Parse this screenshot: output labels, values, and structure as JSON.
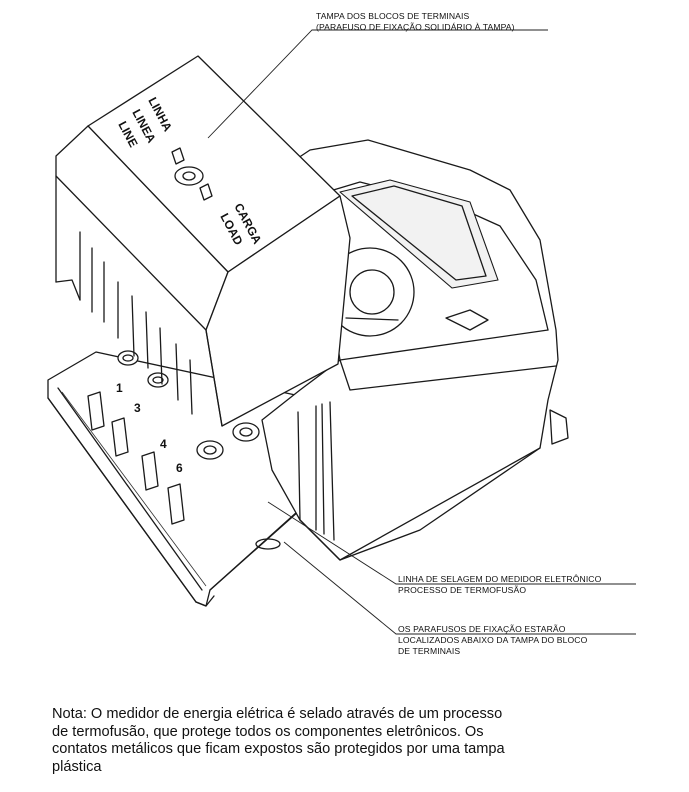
{
  "callouts": {
    "cover": {
      "line1": "TAMPA DOS BLOCOS DE TERMINAIS",
      "line2": "(PARAFUSO DE FIXAÇÃO SOLIDÁRIO À TAMPA)"
    },
    "seal": {
      "line1": "LINHA DE SELAGEM DO MEDIDOR ELETRÔNICO",
      "line2": "PROCESSO DE TERMOFUSÃO"
    },
    "screws": {
      "line1": "OS PARAFUSOS DE FIXAÇÃO ESTARÃO",
      "line2": "LOCALIZADOS ABAIXO DA TAMPA DO BLOCO",
      "line3": "DE TERMINAIS"
    }
  },
  "cover_labels": {
    "line_pt": "LINHA",
    "line_es": "LINEA",
    "line_en": "LINE",
    "load_pt": "CARGA",
    "load_en": "LOAD"
  },
  "terminal_numbers": [
    "1",
    "3",
    "4",
    "6"
  ],
  "note": {
    "line1": "Nota: O medidor de energia elétrica é selado através de um processo",
    "line2": "de termofusão, que protege todos os componentes eletrônicos. Os",
    "line3": "contatos metálicos que ficam expostos são protegidos por uma tampa",
    "line4": "plástica"
  }
}
